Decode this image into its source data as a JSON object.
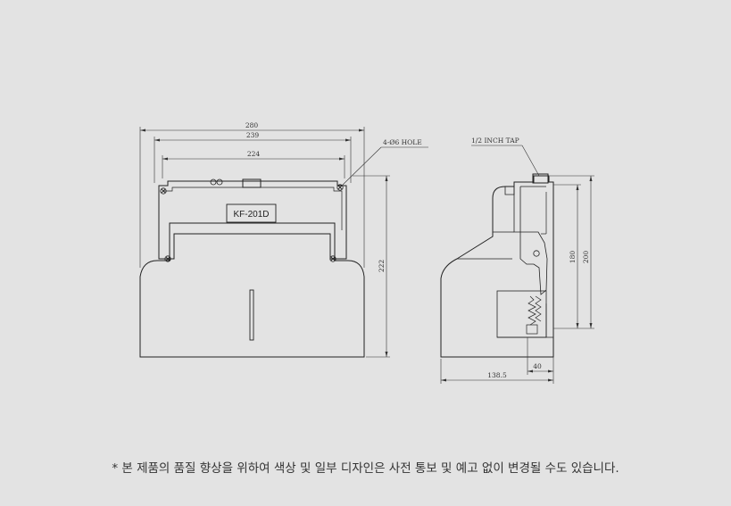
{
  "drawing": {
    "front_view": {
      "dim_overall_width": "280",
      "dim_hole_span": "239",
      "dim_inner_width": "224",
      "dim_height": "222",
      "hole_callout": "4-Ø6 HOLE",
      "model_label": "KF-201D"
    },
    "side_view": {
      "tap_callout": "1/2 INCH TAP",
      "dim_180": "180",
      "dim_200": "200",
      "dim_40": "40",
      "dim_depth": "138.5"
    }
  },
  "footer": {
    "notice": "* 본 제품의 품질 향상을 위하여 색상 및 일부 디자인은 사전 통보 및 예고 없이 변경될 수도 있습니다."
  }
}
